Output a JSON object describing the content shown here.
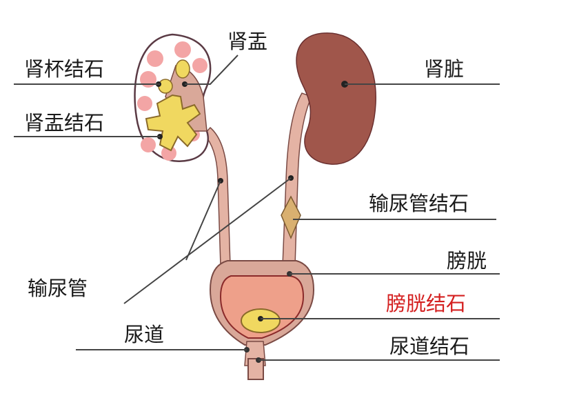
{
  "labels": {
    "calyx_stone": "肾杯结石",
    "renal_pelvis": "肾盂",
    "kidney": "肾脏",
    "pelvis_stone": "肾盂结石",
    "ureter_stone": "输尿管结石",
    "ureter": "输尿管",
    "bladder": "膀胱",
    "bladder_stone": "膀胱结石",
    "urethra": "尿道",
    "urethra_stone": "尿道结石"
  },
  "colors": {
    "kidney": "#a0564b",
    "tissue": "#e4b3a4",
    "bladder_inner": "#eea08a",
    "stone": "#f0d860",
    "highlight_label": "#d42020"
  }
}
